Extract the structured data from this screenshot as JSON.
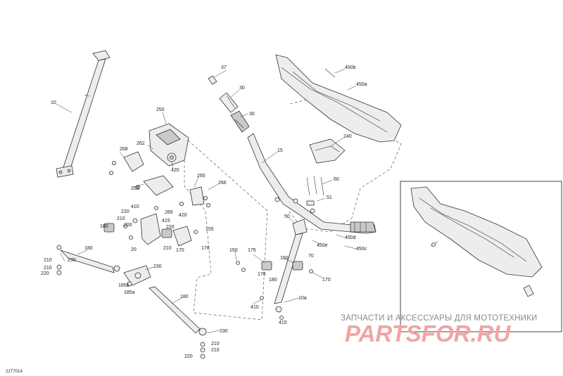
{
  "labels": [
    "10",
    "250",
    "262",
    "268",
    "263",
    "260",
    "266",
    "420",
    "266",
    "420",
    "410",
    "415",
    "220",
    "210",
    "200",
    "180",
    "220",
    "20",
    "210",
    "155",
    "176",
    "170",
    "180",
    "210",
    "230",
    "210",
    "220",
    "230",
    "185b",
    "185a",
    "180",
    "230",
    "210",
    "210",
    "220",
    "37",
    "30",
    "30",
    "15",
    "450b",
    "450a",
    "240",
    "60",
    "51",
    "50",
    "450e",
    "450d",
    "450c",
    "70",
    "150",
    "175",
    "160",
    "180",
    "170",
    "170",
    "410",
    "10a",
    "415"
  ],
  "watermark": {
    "line1": "ЗАПЧАСТИ И АКСЕССУАРЫ ДЛЯ МОТОТЕХНИКИ",
    "line2": "PARTSFOR.RU"
  },
  "drawing_code": "21T7014"
}
